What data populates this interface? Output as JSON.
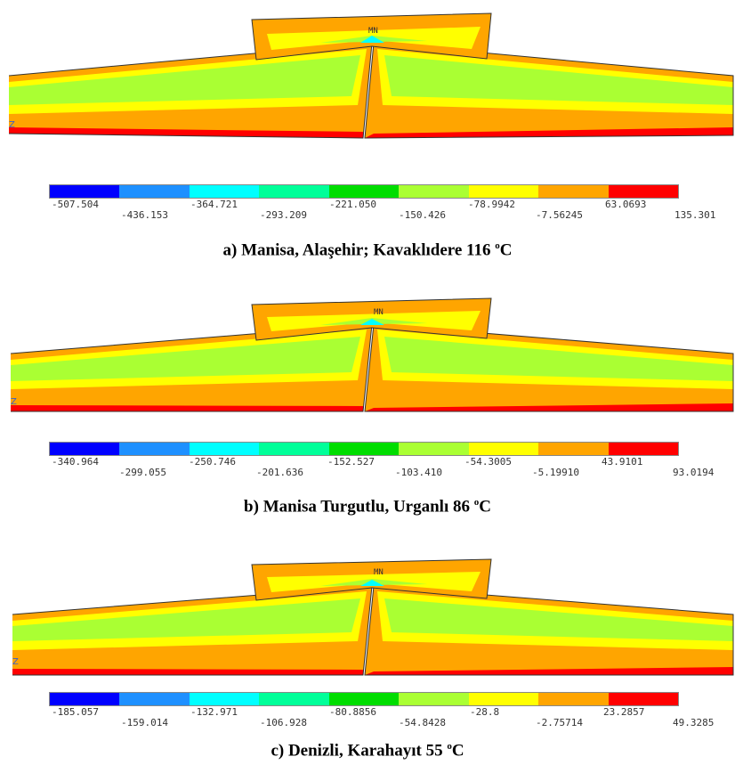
{
  "colors": [
    "#0000ff",
    "#1e90ff",
    "#00ffff",
    "#00ff99",
    "#00dd00",
    "#aaff33",
    "#ffff00",
    "#ffa500",
    "#ff0000"
  ],
  "panels": [
    {
      "ticks_top": [
        "-507.504",
        "-364.721",
        "-221.050",
        "-78.9942",
        "63.0693"
      ],
      "ticks_bottom": [
        "-436.153",
        "-293.209",
        "-150.426",
        "-7.56245",
        "135.301"
      ],
      "caption_main": "a) Manisa, Alaşehir; Kavaklıdere 116 ",
      "caption_sup": "o",
      "caption_end": "C",
      "marker": "MN",
      "axis_label": "Z"
    },
    {
      "ticks_top": [
        "-340.964",
        "-250.746",
        "-152.527",
        "-54.3005",
        "43.9101"
      ],
      "ticks_bottom": [
        "-299.055",
        "-201.636",
        "-103.410",
        "-5.19910",
        "93.0194"
      ],
      "caption_main": "b) Manisa Turgutlu, Urganlı 86 ",
      "caption_sup": "o",
      "caption_end": "C",
      "marker": "MN",
      "axis_label": "Z"
    },
    {
      "ticks_top": [
        "-185.057",
        "-132.971",
        "-80.8856",
        "-28.8",
        "23.2857"
      ],
      "ticks_bottom": [
        "-159.014",
        "-106.928",
        "-54.8428",
        "-2.75714",
        "49.3285"
      ],
      "caption_main": "c) Denizli, Karahayıt 55 ",
      "caption_sup": "o",
      "caption_end": "C",
      "marker": "MN",
      "axis_label": "Z"
    }
  ]
}
